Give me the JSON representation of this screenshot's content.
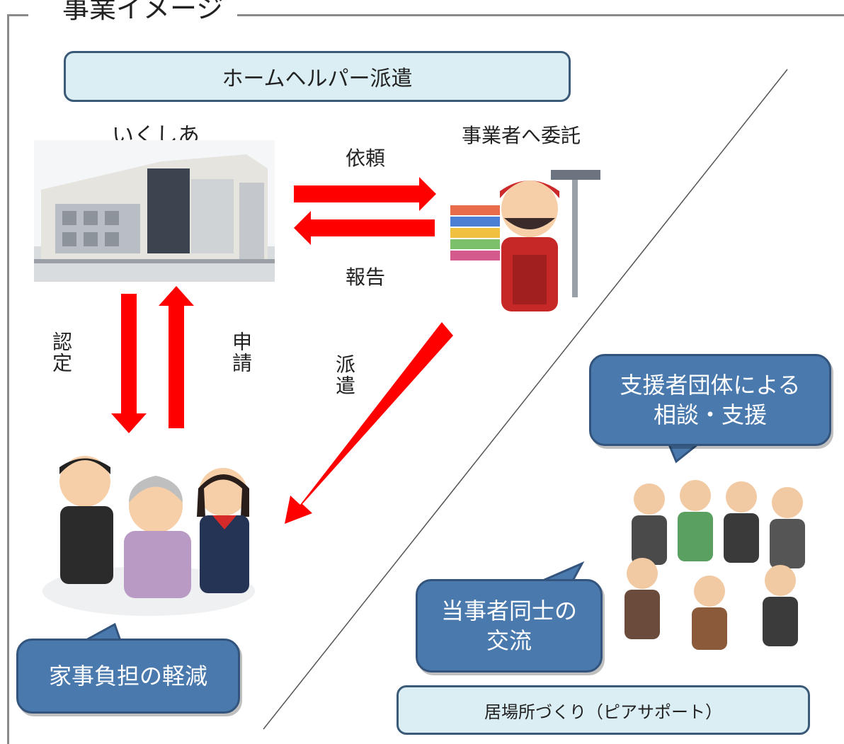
{
  "title": "事業イメージ",
  "top_box": "ホームヘルパー派遣",
  "nodes": {
    "ikushia": "いくしあ",
    "contractor": "事業者へ委託"
  },
  "arrows": {
    "request": "依頼",
    "report": "報告",
    "certify": "認定",
    "apply": "申請",
    "dispatch": "派遣"
  },
  "bubbles": {
    "housework": "家事負担の軽減",
    "support_group": "支援者団体による\n相談・支援",
    "peer": "当事者同士の\n交流"
  },
  "bottom_box": "居場所づくり（ピアサポート）",
  "colors": {
    "arrow": "#ff0000",
    "bubble": "#4a79ad",
    "pill_bg": "#dbeef4",
    "pill_border": "#3b5a78"
  }
}
